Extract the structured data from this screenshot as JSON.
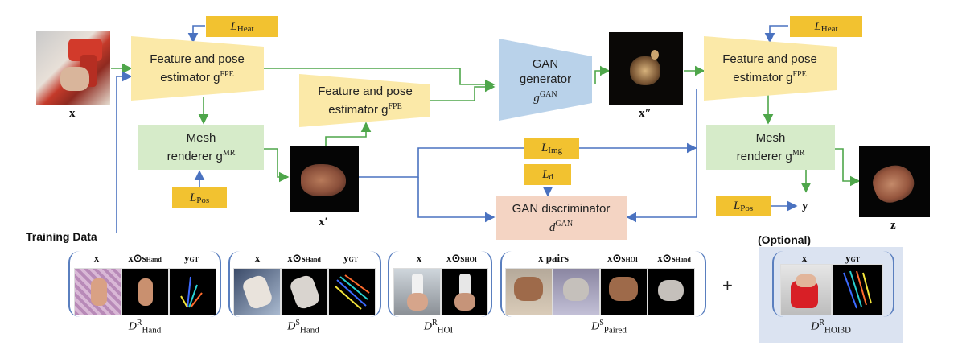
{
  "inputs": {
    "x": "x",
    "x_prime": "x′",
    "x_dprime": "x″",
    "z": "z",
    "y": "y"
  },
  "blocks": {
    "fpe1": {
      "line1": "Feature and pose",
      "line2": "estimator g",
      "sup": "FPE"
    },
    "fpe2": {
      "line1": "Feature and pose",
      "line2": "estimator g",
      "sup": "FPE"
    },
    "fpe3": {
      "line1": "Feature and pose",
      "line2": "estimator g",
      "sup": "FPE"
    },
    "mr1": {
      "line1": "Mesh",
      "line2": "renderer g",
      "sup": "MR"
    },
    "mr2": {
      "line1": "Mesh",
      "line2": "renderer g",
      "sup": "MR"
    },
    "gen": {
      "line1": "GAN",
      "line2": "generator",
      "line3": "g",
      "sup": "GAN"
    },
    "disc": {
      "line1": "GAN discriminator",
      "line2": "d",
      "sup": "GAN"
    }
  },
  "losses": {
    "heat1": {
      "L": "L",
      "sub": "Heat"
    },
    "heat2": {
      "L": "L",
      "sub": "Heat"
    },
    "pos1": {
      "L": "L",
      "sub": "Pos"
    },
    "pos2": {
      "L": "L",
      "sub": "Pos"
    },
    "img": {
      "L": "L",
      "sub": "Img"
    },
    "d": {
      "L": "L",
      "sub": "d"
    }
  },
  "training": {
    "title": "Training Data",
    "plus": "+",
    "optional": "(Optional)",
    "datasets": [
      {
        "name": "D",
        "sup": "R",
        "sub": "Hand",
        "cols": [
          "x",
          "x⊙s",
          "y"
        ],
        "col_subs": [
          "",
          "Hand",
          "GT"
        ]
      },
      {
        "name": "D",
        "sup": "S",
        "sub": "Hand",
        "cols": [
          "x",
          "x⊙s",
          "y"
        ],
        "col_subs": [
          "",
          "Hand",
          "GT"
        ]
      },
      {
        "name": "D",
        "sup": "R",
        "sub": "HOI",
        "cols": [
          "x",
          "x⊙s"
        ],
        "col_subs": [
          "",
          "HOI"
        ]
      },
      {
        "name": "D",
        "sup": "S",
        "sub": "Paired",
        "cols": [
          "x pairs",
          "x⊙s",
          "x⊙s"
        ],
        "col_subs": [
          "",
          "HOI",
          "Hand"
        ]
      },
      {
        "name": "D",
        "sup": "R",
        "sub": "HOI3D",
        "cols": [
          "x",
          "y"
        ],
        "col_subs": [
          "",
          "GT"
        ]
      }
    ]
  },
  "colors": {
    "green_arrow": "#4ea64a",
    "blue_arrow": "#4a72c0",
    "loss_fill": "#f2c230"
  }
}
